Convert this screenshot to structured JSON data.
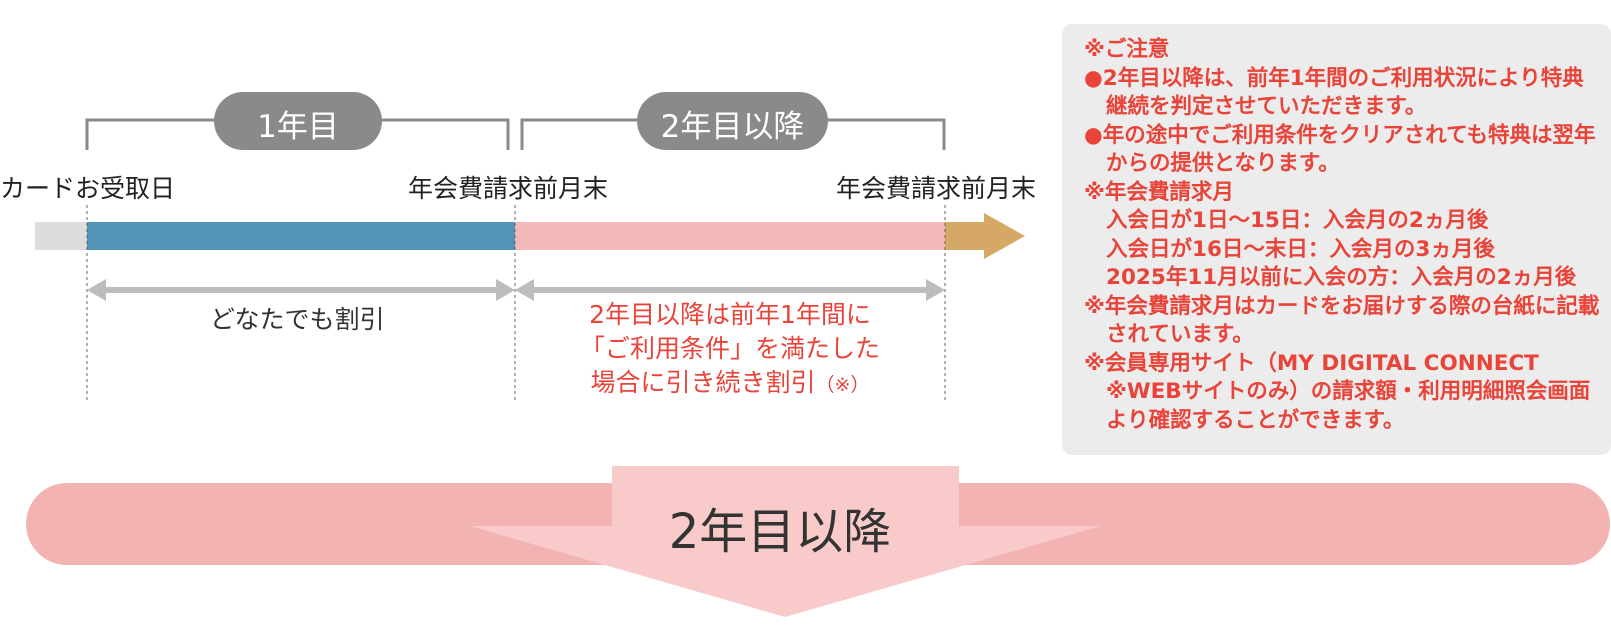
{
  "periods": {
    "year1": "1年目",
    "year2": "2年目以降"
  },
  "dates": {
    "card_received": "カードお受取日",
    "billing_month_end_1": "年会費請求前月末",
    "billing_month_end_2": "年会費請求前月末"
  },
  "descriptions": {
    "year1": "どなたでも割引",
    "year2_line1": "2年目以降は前年1年間に",
    "year2_line2": "「ご利用条件」を満たした",
    "year2_line3": "場合に引き続き割引",
    "year2_note": "（※）"
  },
  "notice": {
    "title": "※ご注意",
    "b1_line1": "●2年目以降は、前年1年間のご利用状況により特典",
    "b1_line2": "継続を判定させていただきます。",
    "b2_line1": "●年の途中でご利用条件をクリアされても特典は翌年",
    "b2_line2": "からの提供となります。",
    "billing_title": "※年会費請求月",
    "billing_1": "入会日が1日～15日：入会月の2ヵ月後",
    "billing_2": "入会日が16日～末日：入会月の3ヵ月後",
    "billing_3": "2025年11月以前に入会の方：入会月の2ヵ月後",
    "n3_line1": "※年会費請求月はカードをお届けする際の台紙に記載",
    "n3_line2": "されています。",
    "n4_line1": "※会員専用サイト（MY DIGITAL CONNECT",
    "n4_line2": "※WEBサイトのみ）の請求額・利用明細照会画面",
    "n4_line3": "より確認することができます。"
  },
  "bottom": {
    "label": "2年目以降"
  },
  "colors": {
    "year1_bar": "#5393b5",
    "year2_bar": "#f3b8b8",
    "arrow_head": "#d5a866",
    "pre_bar": "#dddddd",
    "pill": "#8a8a8a",
    "bracket": "#8a8a8a",
    "span_arrow": "#bdbdbd",
    "red_text": "#e8443a",
    "bottom_band": "#f4b3b3",
    "bottom_arrow": "#f9caca"
  }
}
